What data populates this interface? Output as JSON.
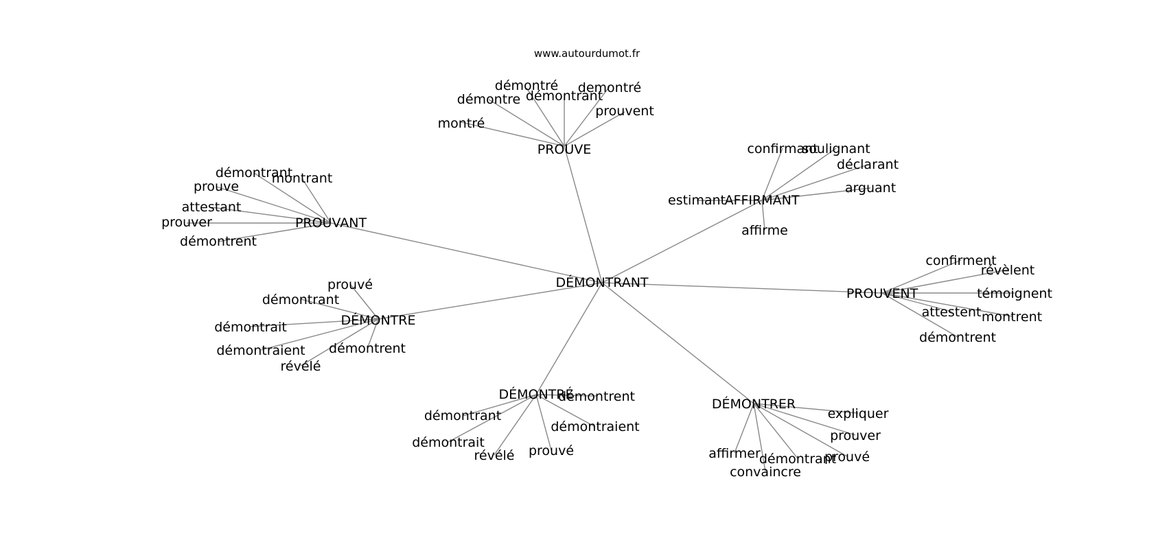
{
  "source": "www.autourdumot.fr",
  "edge_color": "#888888",
  "center": "DÉMONTRANT",
  "clusters": [
    {
      "id": "prouve",
      "label": "PROUVE",
      "leaves": [
        "démontré",
        "démontre",
        "démontrant",
        "demontré",
        "prouvent",
        "montré"
      ]
    },
    {
      "id": "prouvant",
      "label": "PROUVANT",
      "leaves": [
        "démontrant",
        "montrant",
        "prouve",
        "attestant",
        "prouver",
        "démontrent"
      ]
    },
    {
      "id": "affirmant",
      "label": "AFFIRMANT",
      "leaves": [
        "confirmant",
        "soulignant",
        "déclarant",
        "arguant",
        "estimant",
        "affirme"
      ]
    },
    {
      "id": "demontre",
      "label": "DÉMONTRE",
      "leaves": [
        "prouvé",
        "démontrant",
        "démontrait",
        "démontraient",
        "démontrent",
        "révélé"
      ]
    },
    {
      "id": "prouvent",
      "label": "PROUVENT",
      "leaves": [
        "confirment",
        "révèlent",
        "témoignent",
        "attestent",
        "montrent",
        "démontrent"
      ]
    },
    {
      "id": "demontre-pp",
      "label": "DÉMONTRÉ",
      "leaves": [
        "démontrent",
        "démontrant",
        "démontraient",
        "démontrait",
        "révélé",
        "prouvé"
      ]
    },
    {
      "id": "demontrer",
      "label": "DÉMONTRER",
      "leaves": [
        "expliquer",
        "prouver",
        "affirmer",
        "démontrant",
        "prouvé",
        "convaincre"
      ]
    }
  ]
}
